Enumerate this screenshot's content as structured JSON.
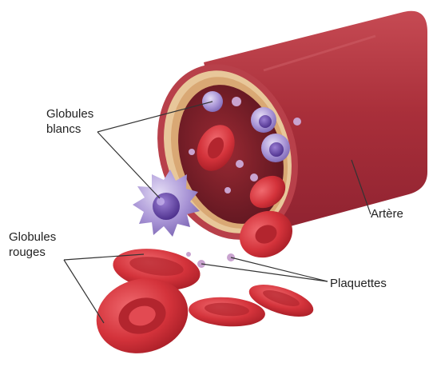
{
  "labels": {
    "white_cells": "Globules\nblancs",
    "red_cells": "Globules\nrouges",
    "artery": "Artère",
    "platelets": "Plaquettes"
  },
  "colors": {
    "artery_wall": "#b5363f",
    "artery_lining": "#e8c79a",
    "lumen": "#7a1f28",
    "red_cell": "#d8343c",
    "white_cell": "#a995d6",
    "platelet": "#c9a3cf",
    "leader_line": "#333333"
  }
}
